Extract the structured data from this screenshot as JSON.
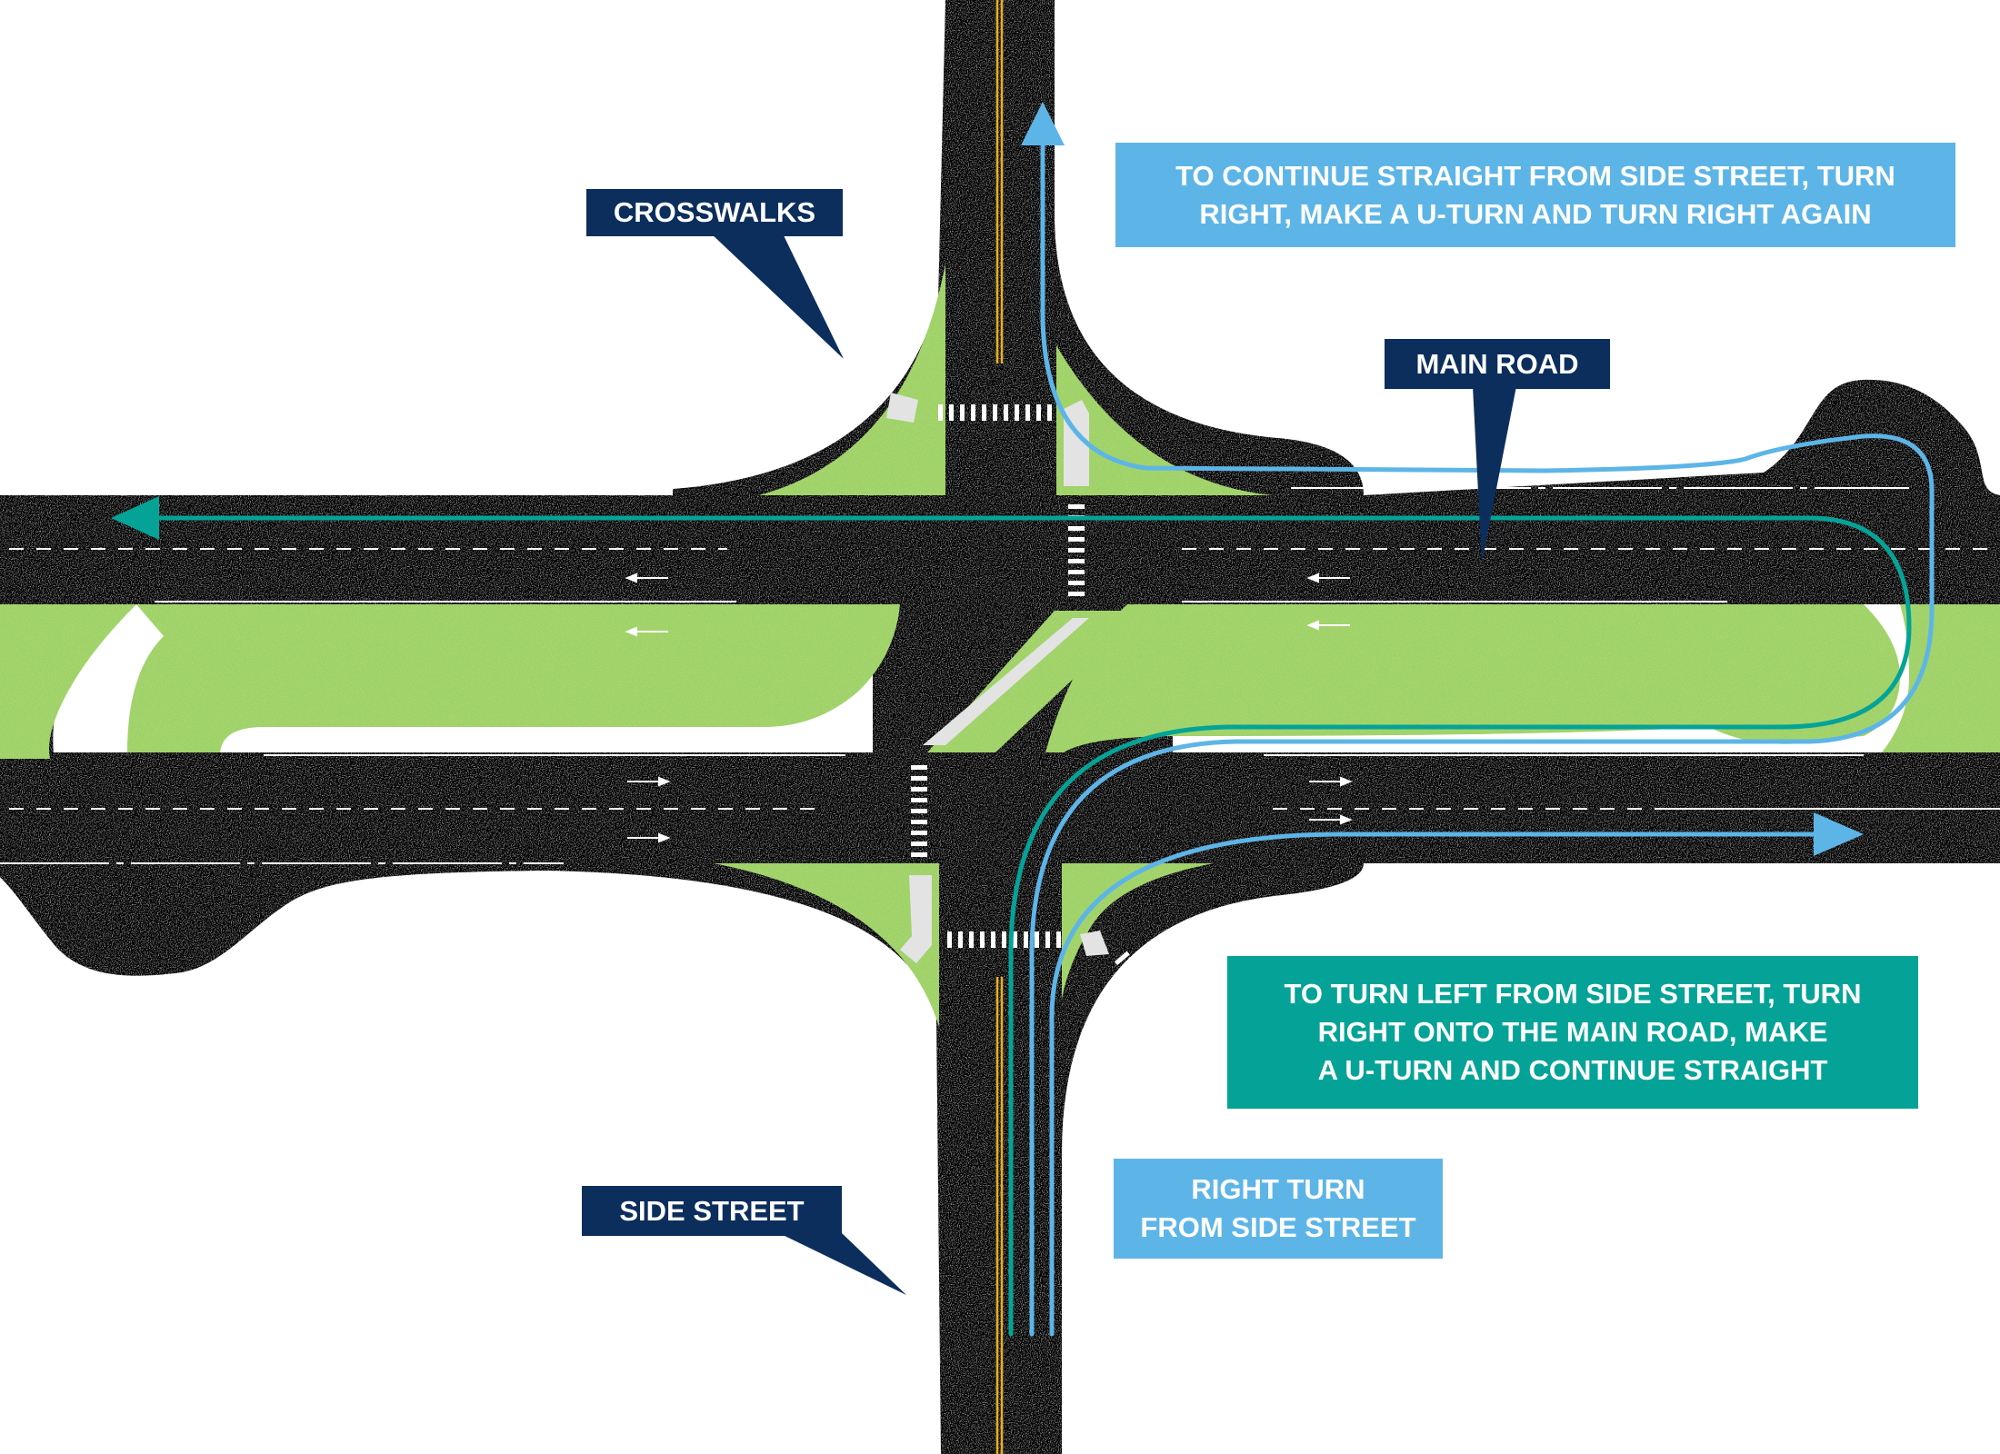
{
  "colors": {
    "road": "#2a2a2c",
    "grass": "#9fd266",
    "centerline": "#e7b020",
    "marking": "#ffffff",
    "island_pad": "#e3e3e3",
    "navy_label": "#0c2e5c",
    "sky_blue": "#5db5e7",
    "teal": "#05a397"
  },
  "labels": {
    "crosswalks": "CROSSWALKS",
    "main_road": "MAIN ROAD",
    "side_street": "SIDE STREET",
    "straight_instruction": "TO CONTINUE STRAIGHT FROM SIDE STREET, TURN\nRIGHT, MAKE A U-TURN AND TURN RIGHT AGAIN",
    "left_turn_instruction": "TO TURN LEFT FROM SIDE STREET, TURN\nRIGHT ONTO THE MAIN ROAD, MAKE\nA U-TURN AND CONTINUE STRAIGHT",
    "right_turn_instruction": "RIGHT TURN\nFROM SIDE STREET"
  },
  "routes": [
    {
      "name": "Continue straight from side street",
      "color": "sky_blue"
    },
    {
      "name": "Left turn from side street",
      "color": "teal"
    },
    {
      "name": "Right turn from side street",
      "color": "sky_blue"
    }
  ],
  "icons": [
    "westbound-lane-arrow-icon",
    "eastbound-lane-arrow-icon",
    "route-arrowhead-icon"
  ]
}
